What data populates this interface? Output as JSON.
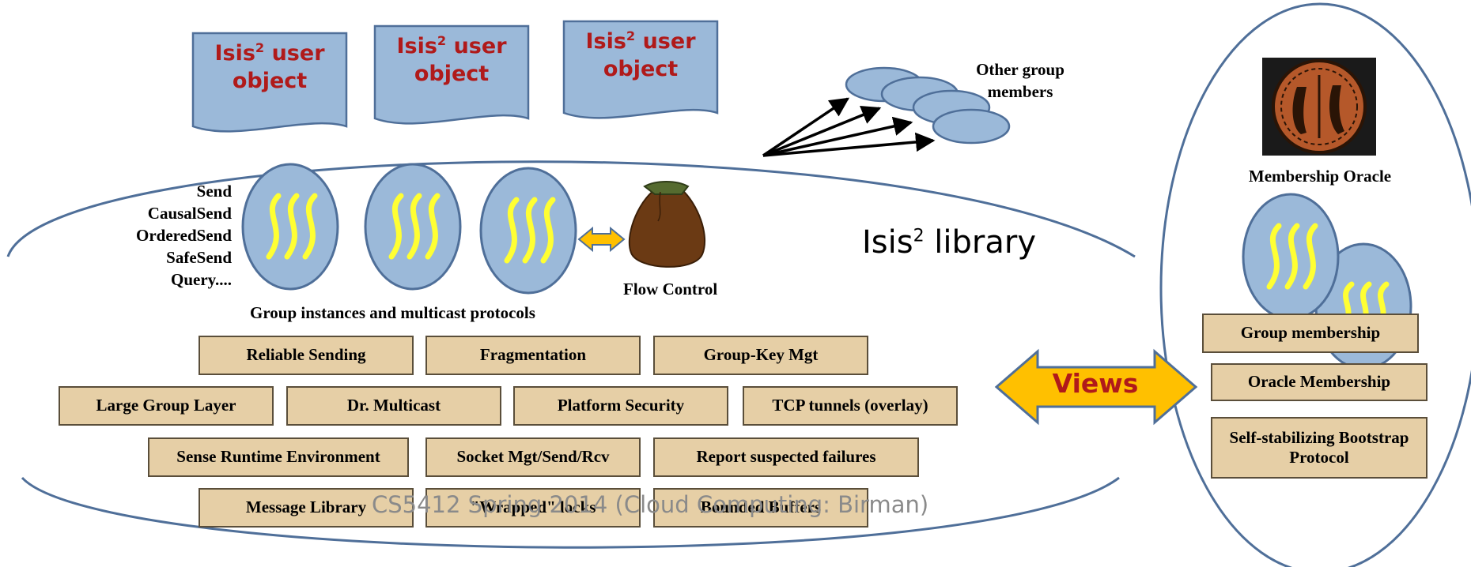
{
  "user_objects": [
    {
      "line1": "Isis",
      "sup": "2",
      "line1b": " user",
      "line2": "object"
    },
    {
      "line1": "Isis",
      "sup": "2",
      "line1b": " user",
      "line2": "object"
    },
    {
      "line1": "Isis",
      "sup": "2",
      "line1b": " user",
      "line2": "object"
    }
  ],
  "other_group_members": "Other group members",
  "send_primitives": [
    "Send",
    "CausalSend",
    "OrderedSend",
    "SafeSend",
    "Query...."
  ],
  "library_title": {
    "text": "Isis",
    "sup": "2",
    "rest": " library"
  },
  "group_instances_label": "Group instances and multicast protocols",
  "flow_control_label": "Flow Control",
  "layer_boxes": {
    "reliable_sending": "Reliable Sending",
    "fragmentation": "Fragmentation",
    "group_key_mgt": "Group-Key Mgt",
    "large_group_layer": "Large Group Layer",
    "dr_multicast": "Dr. Multicast",
    "platform_security": "Platform Security",
    "tcp_tunnels": "TCP tunnels (overlay)",
    "sense_runtime": "Sense Runtime Environment",
    "socket_mgt": "Socket Mgt/Send/Rcv",
    "report_failures": "Report suspected failures",
    "message_library": "Message Library",
    "wrapped_locks": "\"Wrapped\" locks",
    "bounded_buffers": "Bounded Buffers"
  },
  "views_label": "Views",
  "oracle": {
    "title": "Membership Oracle",
    "group_membership": "Group membership",
    "oracle_membership": "Oracle Membership",
    "self_stabilizing": "Self-stabilizing Bootstrap Protocol"
  },
  "footer": "CS5412 Spring 2014 (Cloud Computing: Birman)",
  "colors": {
    "box_fill": "#e6cfa6",
    "user_object_fill": "#9bb9d9",
    "ellipse_fill": "#9bb9d9",
    "ellipse_stroke": "#4f6f99",
    "wave_yellow": "#ffff33",
    "views_arrow": "#ffc000",
    "red_text": "#b01a1a",
    "footer_text": "#8a8a8a"
  }
}
